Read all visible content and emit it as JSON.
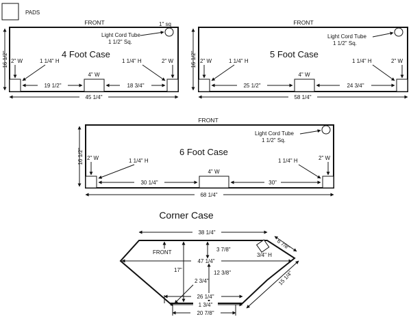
{
  "legend": {
    "pads_label": "PADS"
  },
  "case4": {
    "front": "FRONT",
    "title": "4 Foot Case",
    "tube_size": "1\" sq",
    "tube_label_1": "Light Cord Tube",
    "tube_label_2": "1 1/2\" Sq.",
    "depth": "16 1/2\"",
    "pad_w_left": "2\" W",
    "pad_w_right": "2\" W",
    "pad_h_left": "1 1/4\" H",
    "pad_h_right": "1 1/4\" H",
    "center_w": "4\" W",
    "span_left": "19 1/2\"",
    "span_right": "18 3/4\"",
    "total": "45 1/4\""
  },
  "case5": {
    "front": "FRONT",
    "title": "5 Foot Case",
    "tube_label_1": "Light Cord Tube",
    "tube_label_2": "1 1/2\" Sq.",
    "depth": "16 1/2\"",
    "pad_w_left": "2\" W",
    "pad_w_right": "2\" W",
    "pad_h_left": "1 1/4\" H",
    "pad_h_right": "1 1/4\" H",
    "center_w": "4\" W",
    "span_left": "25 1/2\"",
    "span_right": "24 3/4\"",
    "total": "58 1/4\""
  },
  "case6": {
    "front": "FRONT",
    "title": "6 Foot Case",
    "tube_label_1": "Light Cord Tube",
    "tube_label_2": "1 1/2\" Sq.",
    "depth": "16 1/2\"",
    "pad_w_left": "2\" W",
    "pad_w_right": "2\" W",
    "pad_h_left": "1 1/4\" H",
    "pad_h_right": "1 1/4\" H",
    "center_w": "4\" W",
    "span_left": "30 1/4\"",
    "span_right": "30\"",
    "total": "68 1/4\""
  },
  "corner": {
    "title": "Corner Case",
    "front": "FRONT",
    "top_width": "38 1/4\"",
    "mid_width": "47 1/4\"",
    "front_depth": "3 7/8\"",
    "left_depth": "17\"",
    "center_depth": "12 3/8\"",
    "pad_h": "3/4\" H",
    "angle_top": "6 7/8\"",
    "angle_side": "15 1/4\"",
    "inset": "2 3/4\"",
    "bottom_1": "26 1/4\"",
    "bottom_2": "1 3/4\"",
    "bottom_3": "20 7/8\""
  },
  "colors": {
    "ink": "#111111",
    "background": "#ffffff"
  }
}
